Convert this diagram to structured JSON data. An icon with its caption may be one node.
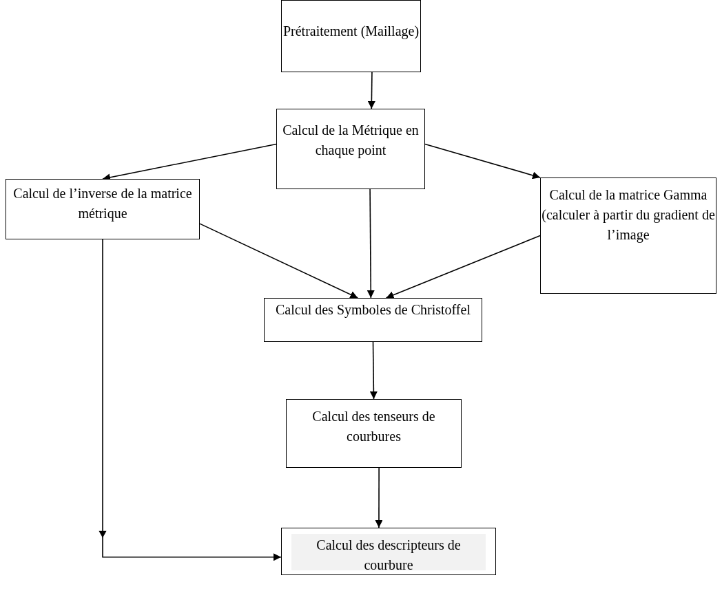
{
  "diagram": {
    "nodes": [
      {
        "text": [
          "Prétraitement (Maillage)"
        ]
      },
      {
        "text": [
          "Calcul de la Métrique en chaque point"
        ]
      },
      {
        "text": [
          "Calcul de l’inverse de la matrice métrique"
        ]
      },
      {
        "text": [
          "Calcul de la matrice Gamma (calculer à partir du gradient de l’image"
        ]
      },
      {
        "text": [
          "Calcul des Symboles de Christoffel"
        ]
      },
      {
        "text": [
          "Calcul des tenseurs de courbures"
        ]
      },
      {
        "text": [
          "Calcul des descripteurs de courbure"
        ]
      }
    ],
    "edges": [
      {
        "from": 0,
        "to": 1,
        "arrow": "to"
      },
      {
        "from": 1,
        "to": 2,
        "arrow": "to"
      },
      {
        "from": 1,
        "to": 3,
        "arrow": "to"
      },
      {
        "from": 2,
        "to": 4,
        "arrow": "to"
      },
      {
        "from": 1,
        "to": 4,
        "arrow": "to"
      },
      {
        "from": 3,
        "to": 4,
        "arrow": "to"
      },
      {
        "from": 4,
        "to": 5,
        "arrow": "to"
      },
      {
        "from": 5,
        "to": 6,
        "arrow": "to"
      },
      {
        "from": 2,
        "to": 6,
        "arrow": "to"
      }
    ]
  }
}
